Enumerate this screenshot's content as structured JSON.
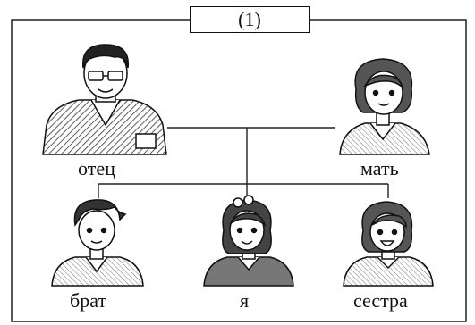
{
  "title": "(1)",
  "members": {
    "father": "отец",
    "mother": "мать",
    "brother": "брат",
    "me": "я",
    "sister": "сестра"
  }
}
